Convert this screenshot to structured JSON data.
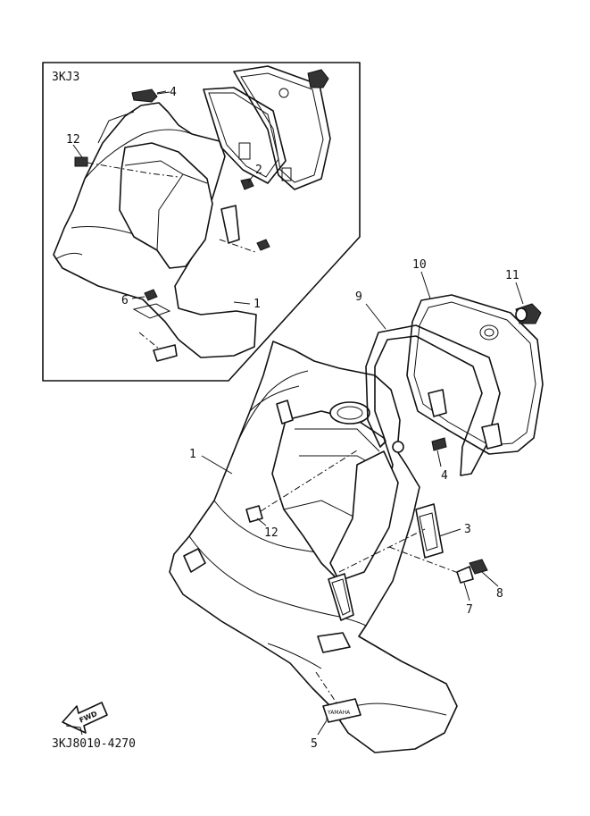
{
  "inset": {
    "model_label": "3KJ3"
  },
  "callouts": {
    "inset": [
      {
        "id": "inset-4",
        "text": "4"
      },
      {
        "id": "inset-12",
        "text": "12"
      },
      {
        "id": "inset-2",
        "text": "2"
      },
      {
        "id": "inset-6",
        "text": "6"
      },
      {
        "id": "inset-1",
        "text": "1"
      }
    ],
    "main": [
      {
        "id": "main-10",
        "text": "10"
      },
      {
        "id": "main-11",
        "text": "11"
      },
      {
        "id": "main-9",
        "text": "9"
      },
      {
        "id": "main-1",
        "text": "1"
      },
      {
        "id": "main-4",
        "text": "4"
      },
      {
        "id": "main-3",
        "text": "3"
      },
      {
        "id": "main-12",
        "text": "12"
      },
      {
        "id": "main-8",
        "text": "8"
      },
      {
        "id": "main-7",
        "text": "7"
      },
      {
        "id": "main-5",
        "text": "5"
      }
    ]
  },
  "fwd_arrow": {
    "text": "FWD"
  },
  "emblem": {
    "text": "YAMAHA"
  },
  "drawing_number": "3KJ8010-4270"
}
